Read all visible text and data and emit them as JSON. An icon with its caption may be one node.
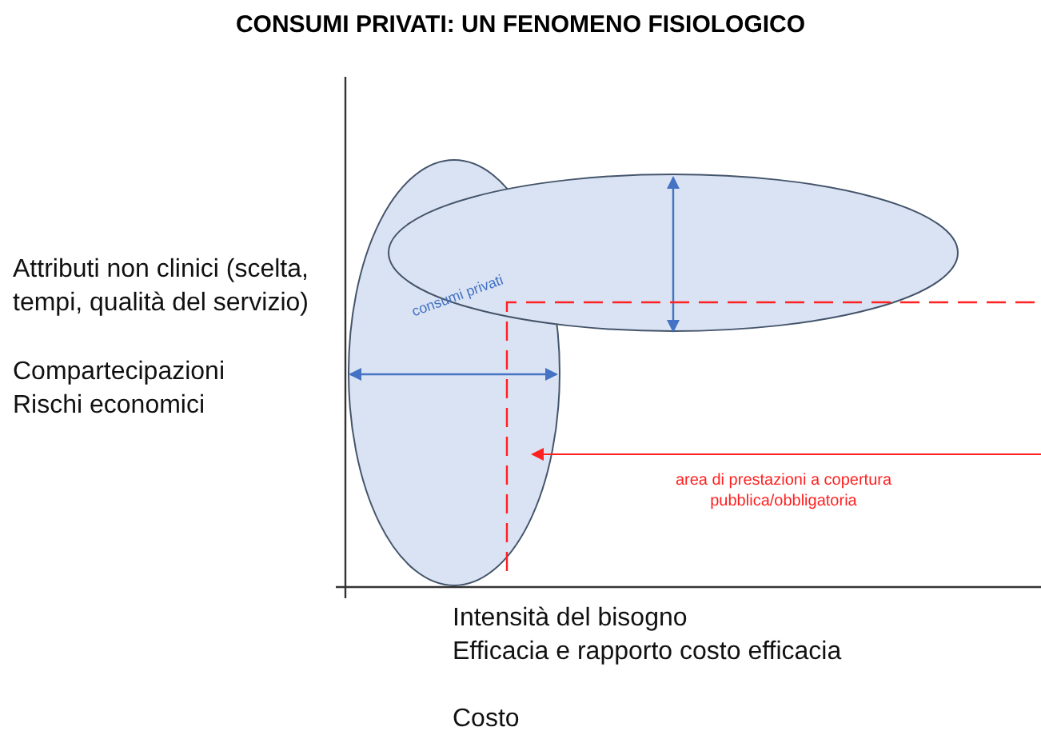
{
  "diagram": {
    "title": "CONSUMI PRIVATI: UN FENOMENO FISIOLOGICO",
    "labels": [
      "Attributi non clinici (scelta, tempi, qualità del servizio)",
      "Compartecipazioni",
      "Rischi economici",
      "consumi privati",
      "area di prestazioni a copertura pubblica/obbligatoria",
      "Intensità del bisogno",
      "Efficacia e rapporto costo efficacia",
      "Costo"
    ]
  }
}
